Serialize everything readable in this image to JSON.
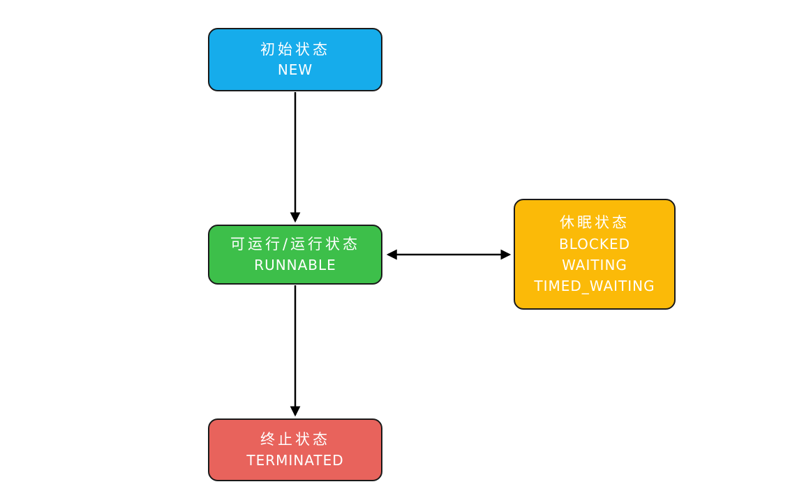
{
  "diagram": {
    "background_color": "#ffffff",
    "arrow_color": "#000000",
    "border_color": "#1a1a1a",
    "text_color": "#ffffff",
    "nodes": [
      {
        "id": "new",
        "fill": "#16ACEB",
        "lines": [
          "初始状态",
          "NEW"
        ]
      },
      {
        "id": "runnable",
        "fill": "#3DBF4A",
        "lines": [
          "可运行/运行状态",
          "RUNNABLE"
        ]
      },
      {
        "id": "sleep",
        "fill": "#FBBA08",
        "lines": [
          "休眠状态",
          "BLOCKED",
          "WAITING",
          "TIMED_WAITING"
        ]
      },
      {
        "id": "terminated",
        "fill": "#E8635C",
        "lines": [
          "终止状态",
          "TERMINATED"
        ]
      }
    ],
    "edges": [
      {
        "from": "new",
        "to": "runnable",
        "direction": "one-way"
      },
      {
        "from": "runnable",
        "to": "sleep",
        "direction": "two-way"
      },
      {
        "from": "runnable",
        "to": "terminated",
        "direction": "one-way"
      }
    ]
  }
}
